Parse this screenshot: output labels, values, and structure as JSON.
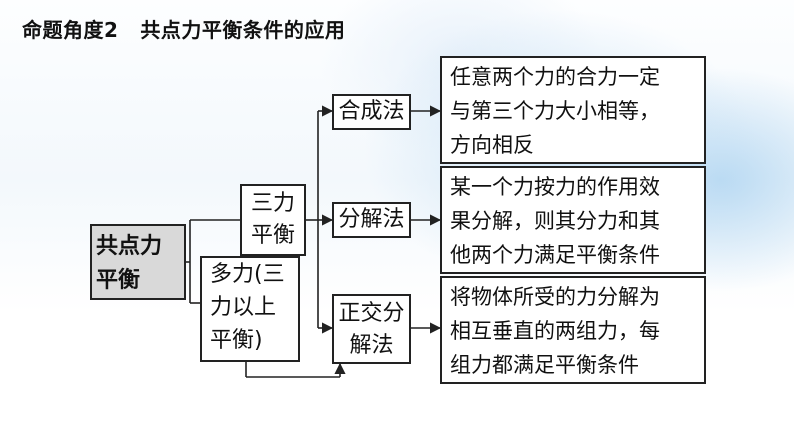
{
  "title": {
    "part1": "命题角度2",
    "part2": "共点力平衡条件的应用"
  },
  "root": {
    "line1": "共点力",
    "line2": "平衡"
  },
  "three_force": {
    "line1": "三力",
    "line2": "平衡"
  },
  "multi_force": {
    "line1": "多力(三",
    "line2": "力以上",
    "line3": "平衡)"
  },
  "methods": {
    "synthesis": "合成法",
    "decomposition": "分解法",
    "orthogonal_line1": "正交分",
    "orthogonal_line2": "解法"
  },
  "descriptions": {
    "synthesis": [
      "任意两个力的合力一定",
      "与第三个力大小相等，",
      "方向相反"
    ],
    "decomposition": [
      "某一个力按力的作用效",
      "果分解，则其分力和其",
      "他两个力满足平衡条件"
    ],
    "orthogonal": [
      "将物体所受的力分解为",
      "相互垂直的两组力，每",
      "组力都满足平衡条件"
    ]
  },
  "colors": {
    "root_fill": "#d9d9d9",
    "border": "#222222"
  }
}
